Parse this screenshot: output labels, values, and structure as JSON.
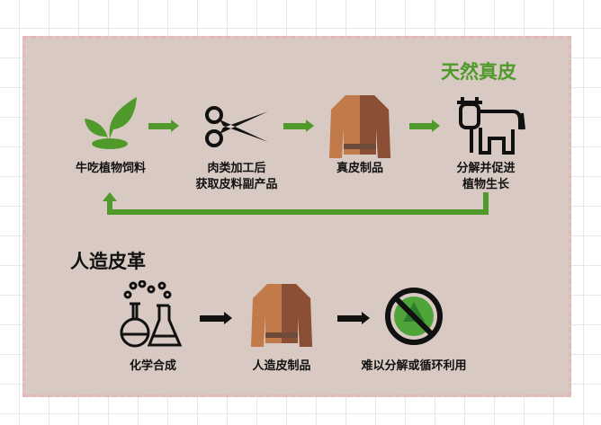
{
  "natural": {
    "title": "天然真皮",
    "steps": [
      {
        "icon": "sprout-icon",
        "lines": [
          "牛吃植物饲料"
        ]
      },
      {
        "icon": "scissors-icon",
        "lines": [
          "肉类加工后",
          "获取皮料副产品"
        ]
      },
      {
        "icon": "leather-jacket-icon",
        "lines": [
          "真皮制品"
        ]
      },
      {
        "icon": "cow-icon",
        "lines": [
          "分解并促进",
          "植物生长"
        ]
      }
    ]
  },
  "synthetic": {
    "title": "人造皮革",
    "steps": [
      {
        "icon": "chemistry-flasks-icon",
        "lines": [
          "化学合成"
        ]
      },
      {
        "icon": "leather-jacket-icon",
        "lines": [
          "人造皮制品"
        ]
      },
      {
        "icon": "no-recycle-icon",
        "lines": [
          "难以分解或循环利用"
        ]
      }
    ]
  },
  "colors": {
    "green": "#4f9a2a",
    "card": "#d8c9c3",
    "border": "#e4b8b6"
  }
}
